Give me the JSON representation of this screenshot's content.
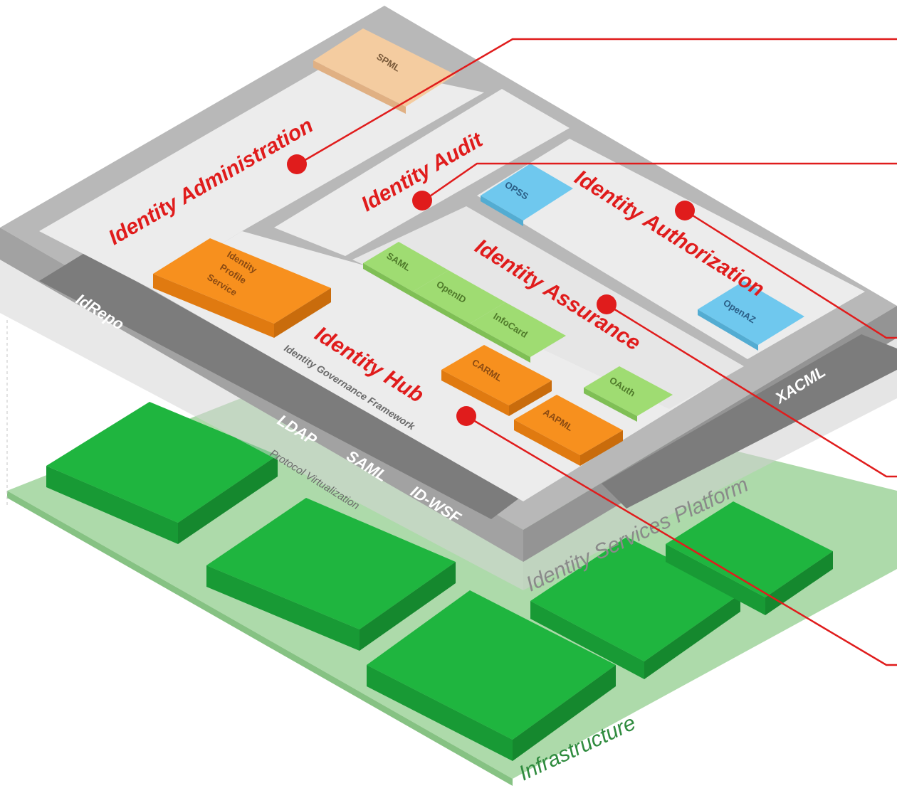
{
  "diagram": {
    "layers": {
      "services_platform": "Identity Services Platform",
      "infrastructure": "Infrastructure"
    },
    "regions": {
      "administration": "Identity Administration",
      "audit": "Identity Audit",
      "authorization": "Identity Authorization",
      "assurance": "Identity Assurance",
      "hub": "Identity Hub",
      "hub_subtitle": "Identity Governance Framework"
    },
    "components": {
      "spml": "SPML",
      "opss": "OPSS",
      "openaz": "OpenAZ",
      "saml": "SAML",
      "openid": "OpenID",
      "infocard": "InfoCard",
      "oauth": "OAuth",
      "carml": "CARML",
      "aapml": "AAPML",
      "identity_profile_service": [
        "Identity",
        "Profile",
        "Service"
      ]
    },
    "protocols": {
      "idrepo": "IdRepo",
      "ldap": "LDAP",
      "saml": "SAML",
      "id_wsf": "ID-WSF",
      "xacml": "XACML",
      "protocol_virtualization": "Protocol Virtualization"
    },
    "colors": {
      "callout": "#e01c1c",
      "green_chip": "#9fdc72",
      "blue_chip": "#6fc8ee",
      "orange_chip": "#f7901e",
      "infra_green": "#1fb53f",
      "platform_gray": "#b8b8b8"
    }
  }
}
